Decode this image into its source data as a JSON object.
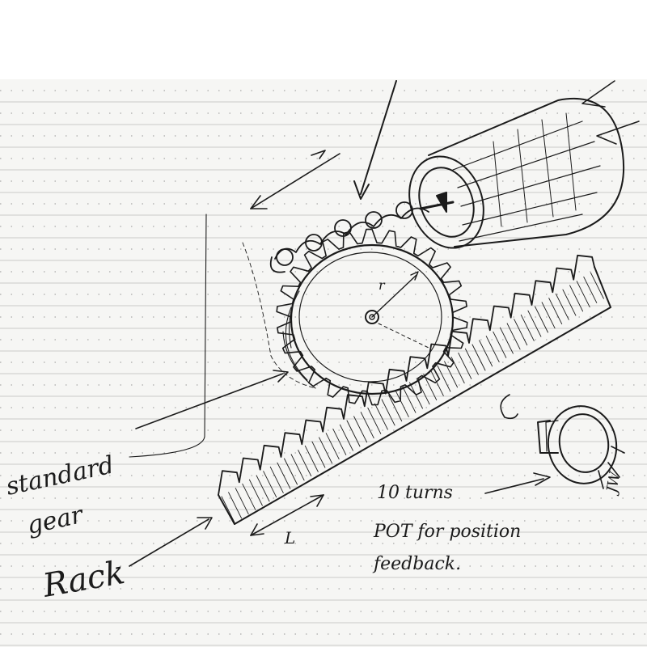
{
  "annotations": {
    "gear_label": [
      "standard",
      "gear"
    ],
    "rack_label": "Rack",
    "length_label": "L",
    "radius_label": "r",
    "pot_label": [
      "10 turns",
      "POT for position",
      "feedback."
    ],
    "signature": "JW"
  },
  "icons": [
    "motor-icon",
    "potentiometer-icon",
    "gear-icon",
    "rack-icon",
    "arrow-icon"
  ],
  "colors": {
    "paper": "#f6f6f4",
    "ink": "#1b1b1b",
    "rule_line": "#c9c9c9",
    "dot_grid": "#a9a9a9"
  }
}
